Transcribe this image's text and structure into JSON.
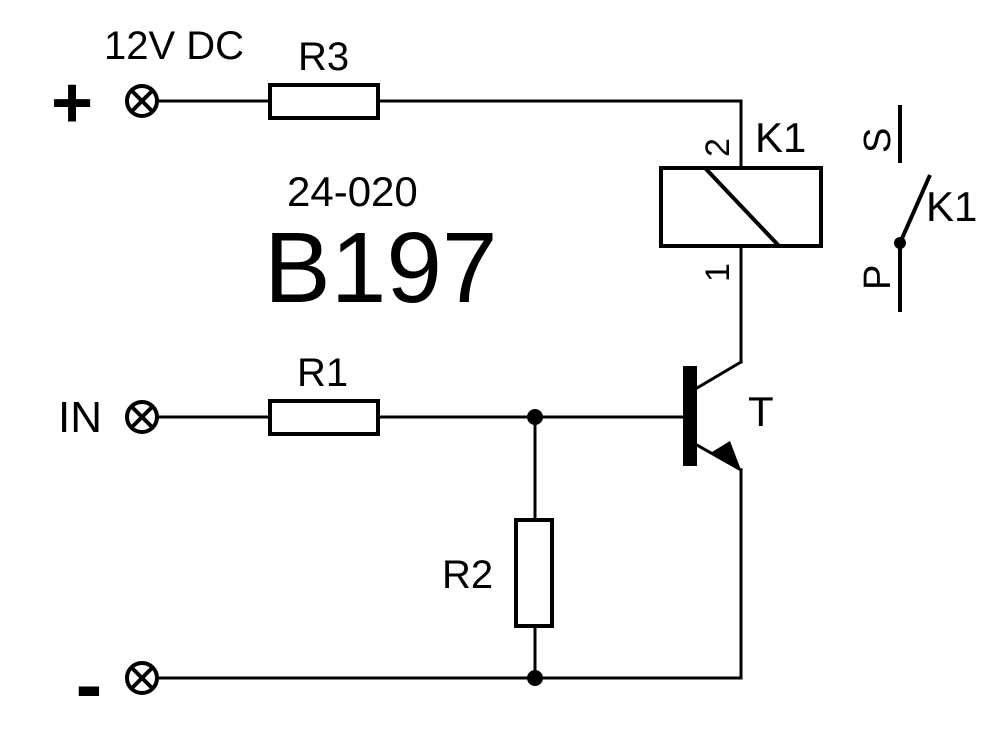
{
  "supply": {
    "voltage_label": "12V DC",
    "plus_symbol": "+",
    "minus_symbol": "-",
    "input_label": "IN"
  },
  "module": {
    "code": "24-020",
    "name": "B197"
  },
  "components": {
    "r1": "R1",
    "r2": "R2",
    "r3": "R3",
    "transistor": "T",
    "relay": "K1",
    "relay_pin_top": "2",
    "relay_pin_bottom": "1",
    "contact_label": "K1",
    "contact_s": "S",
    "contact_p": "P"
  },
  "colors": {
    "ink": "#000000",
    "background": "#ffffff"
  }
}
